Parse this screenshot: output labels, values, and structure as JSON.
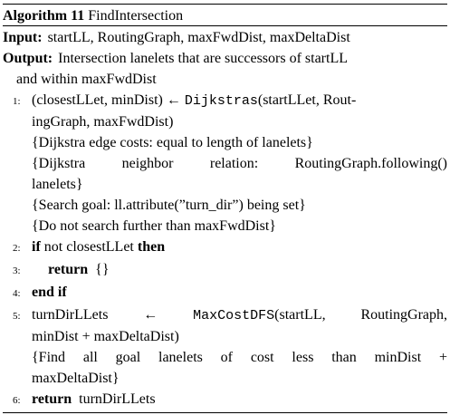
{
  "algorithm": {
    "number_label": "Algorithm 11",
    "name": "FindIntersection",
    "input_label": "Input:",
    "input_text": "startLL, RoutingGraph, maxFwdDist, maxDeltaDist",
    "output_label": "Output:",
    "output_text_1": "Intersection lanelets that are successors of startLL",
    "output_text_2": "and within maxFwdDist",
    "lines": [
      {
        "num": "1:",
        "pre": "(closestLLet, minDist) ← ",
        "fn": "Dijkstras",
        "post": "(startLLet, Rout-",
        "cont": "ingGraph, maxFwdDist)"
      },
      {
        "c1": "{Dijkstra edge costs: equal to length of lanelets}",
        "c2a": "{Dijkstra neighbor relation: RoutingGraph.following()",
        "c2b": "lanelets}",
        "c3": "{Search goal: ll.attribute(”turn_dir”) being set}",
        "c4": "{Do not search further than maxFwdDist}"
      },
      {
        "num": "2:",
        "kw1": "if",
        "mid": " not closestLLet ",
        "kw2": "then"
      },
      {
        "num": "3:",
        "kw": "return",
        "rest": "  {}"
      },
      {
        "num": "4:",
        "kw": "end if"
      },
      {
        "num": "5:",
        "pre": "turnDirLLets ← ",
        "fn": "MaxCostDFS",
        "post": "(startLL, RoutingGraph,",
        "cont": "minDist + maxDeltaDist)",
        "c1a": "{Find all goal lanelets of cost less than minDist +",
        "c1b": "maxDeltaDist}"
      },
      {
        "num": "6:",
        "kw": "return",
        "rest": "  turnDirLLets"
      }
    ]
  }
}
